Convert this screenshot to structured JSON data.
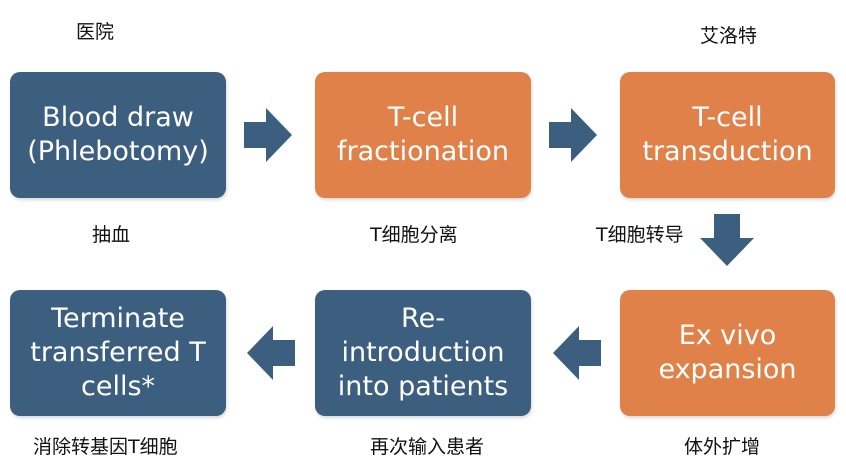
{
  "colors": {
    "blue_box": "#3c5f80",
    "orange_box": "#e0814a",
    "arrow": "#3c5f80"
  },
  "top_labels": {
    "hospital": "医院",
    "site": "艾洛特"
  },
  "steps": [
    {
      "title": "Blood draw\n(Phlebotomy)",
      "caption": "抽血"
    },
    {
      "title": "T-cell\nfractionation",
      "caption": "T细胞分离"
    },
    {
      "title": "T-cell\ntransduction",
      "caption": "T细胞转导"
    },
    {
      "title": "Ex vivo\nexpansion",
      "caption": "体外扩增"
    },
    {
      "title": "Re-\nintroduction\ninto patients",
      "caption": "再次输入患者"
    },
    {
      "title": "Terminate\ntransferred T\ncells*",
      "caption": "消除转基因T细胞"
    }
  ]
}
